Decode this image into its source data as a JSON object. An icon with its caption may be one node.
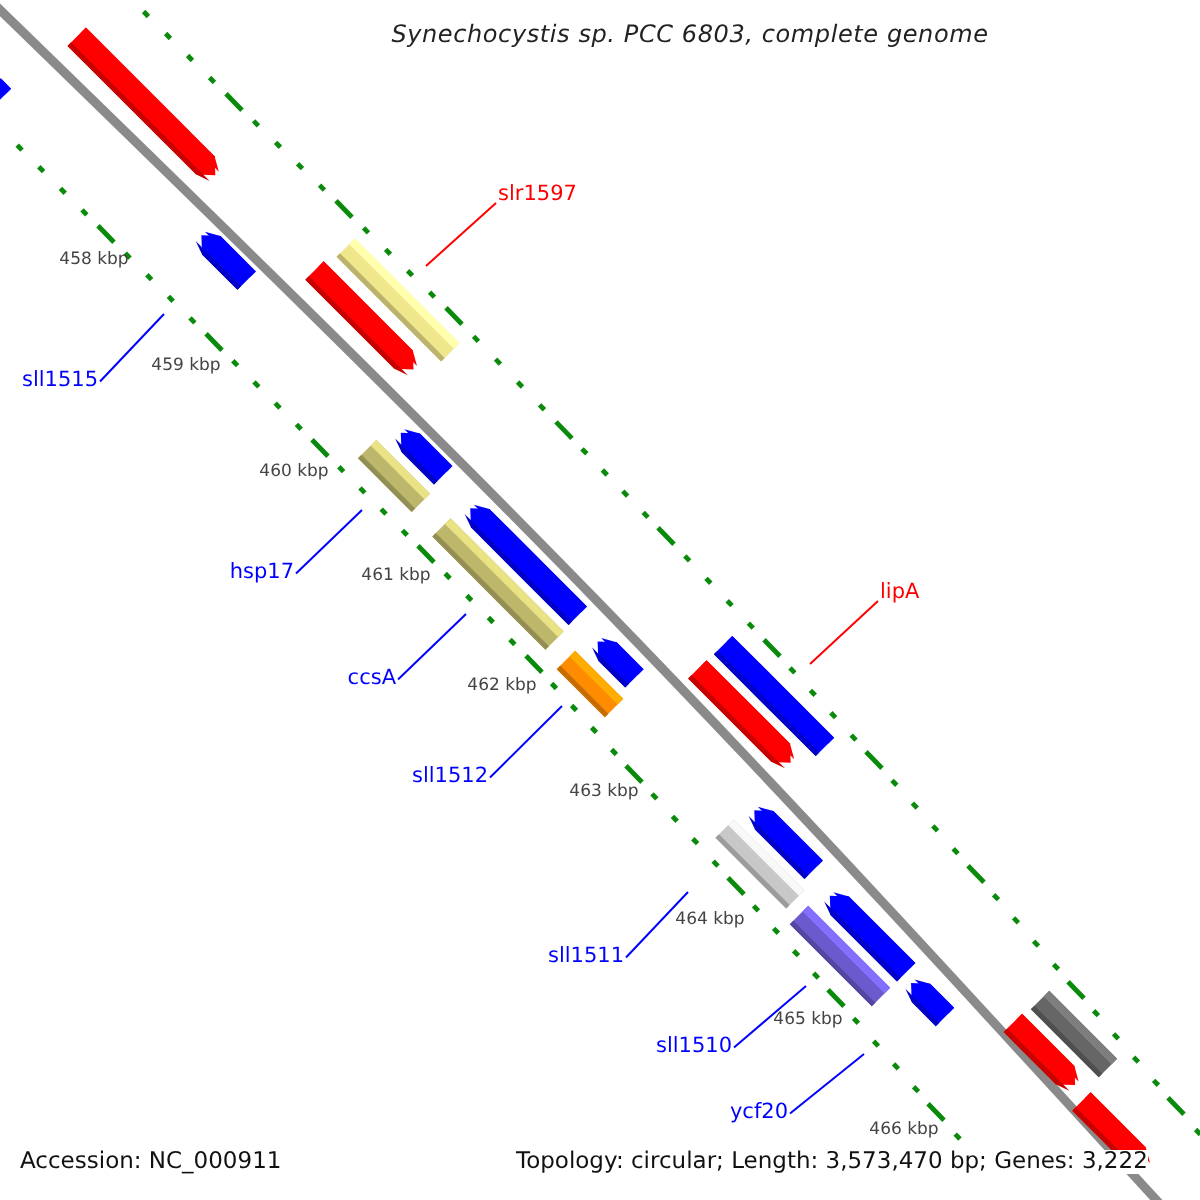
{
  "diagram": {
    "title": "Synechocystis sp. PCC 6803, complete genome",
    "nodes": [
      {
        "text": [
          "slr1597"
        ]
      },
      {
        "text": [
          "sll1515"
        ]
      },
      {
        "text": [
          "hsp17"
        ]
      },
      {
        "text": [
          "ccsA"
        ]
      },
      {
        "text": [
          "sll1512"
        ]
      },
      {
        "text": [
          "lipA"
        ]
      },
      {
        "text": [
          "sll1511"
        ]
      },
      {
        "text": [
          "sll1510"
        ]
      },
      {
        "text": [
          "ycf20"
        ]
      }
    ],
    "edges": [
      {
        "from": 0,
        "to": null,
        "arrow": "none",
        "color": "#ff0000"
      },
      {
        "from": 1,
        "to": null,
        "arrow": "none"
      },
      {
        "from": 2,
        "to": null,
        "arrow": "none"
      },
      {
        "from": 3,
        "to": null,
        "arrow": "none"
      },
      {
        "from": 4,
        "to": null,
        "arrow": "none"
      },
      {
        "from": 5,
        "to": null,
        "arrow": "none",
        "color": "#ff0000"
      },
      {
        "from": 6,
        "to": null,
        "arrow": "none"
      },
      {
        "from": 7,
        "to": null,
        "arrow": "none"
      },
      {
        "from": 8,
        "to": null,
        "arrow": "none"
      }
    ],
    "labels": [
      "458 kbp",
      "459 kbp",
      "460 kbp",
      "461 kbp",
      "462 kbp",
      "463 kbp",
      "464 kbp",
      "465 kbp",
      "466 kbp",
      "Accession: NC_000911",
      "Topology: circular; Length: 3,573,470 bp; Genes: 3,222"
    ]
  }
}
